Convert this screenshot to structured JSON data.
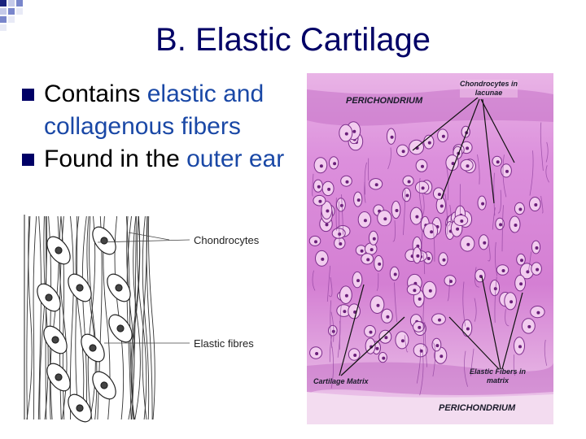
{
  "slide": {
    "title": "B. Elastic Cartilage"
  },
  "bullets": [
    {
      "text_plain": "Contains ",
      "text_accent": "elastic and collagenous fibers"
    },
    {
      "text_plain": "Found in the ",
      "text_accent": "outer ear"
    }
  ],
  "histology": {
    "label_perichondrium_top": "PERICHONDRIUM",
    "label_chondrocytes_line1": "Chondrocytes in",
    "label_chondrocytes_line2": "lacunae",
    "label_cartilage_matrix": "Cartilage Matrix",
    "label_elastic_line1": "Elastic Fibers in",
    "label_elastic_line2": "matrix",
    "label_perichondrium_bottom": "PERICHONDRIUM"
  },
  "drawing": {
    "label_chondrocytes": "Chondrocytes",
    "label_elastic_fibres": "Elastic fibres"
  },
  "colors": {
    "title": "#000066",
    "accent": "#1a48a6",
    "bullet": "#000066",
    "stain_pink": "#d88ad6",
    "stain_purple": "#8a3c9a"
  }
}
